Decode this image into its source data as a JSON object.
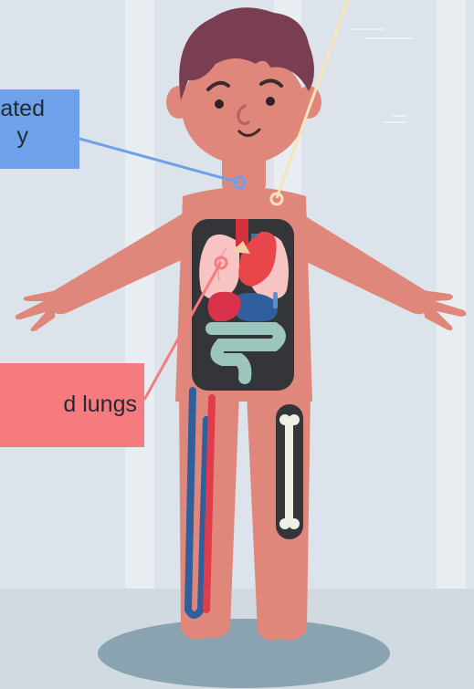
{
  "callouts": {
    "top_partial": "ated",
    "top_partial_line2": "y",
    "bottom_partial": "d lungs"
  },
  "colors": {
    "background": "#dce3ea",
    "skin": "#e0877b",
    "hair": "#7a3e52",
    "torso_panel": "#333538",
    "callout_blue": "#6fa0ea",
    "callout_red": "#f57b7e",
    "line_blue": "#6fa0ea",
    "line_yellow": "#f8e4b6",
    "line_red": "#f57b7e",
    "shadow": "#8aa3b1"
  },
  "icons": [
    "human-figure",
    "heart-icon",
    "lungs-icon",
    "stomach-icon",
    "liver-icon",
    "intestine-icon",
    "bone-icon",
    "blood-vessel-icon"
  ]
}
